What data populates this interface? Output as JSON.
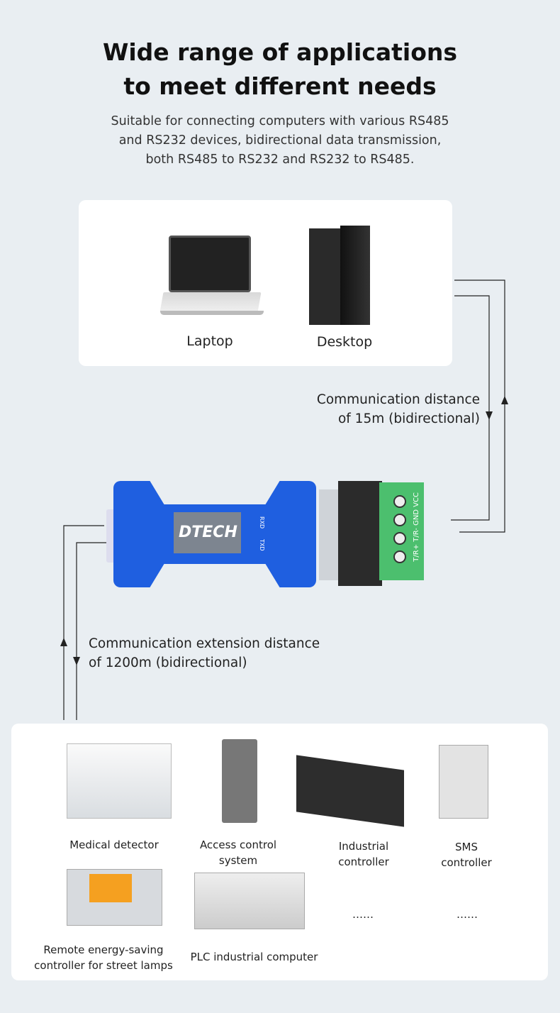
{
  "header": {
    "title_line1": "Wide range of applications",
    "title_line2": "to meet different needs",
    "subtitle": [
      "Suitable for connecting computers with various RS485",
      "and RS232 devices, bidirectional data transmission,",
      "both RS485 to RS232 and RS232 to RS485."
    ]
  },
  "computers": [
    {
      "label": "Laptop",
      "icon": "laptop-icon"
    },
    {
      "label": "Desktop",
      "icon": "desktop-tower-icon"
    }
  ],
  "short_link": {
    "line1": "Communication distance",
    "line2": "of 15m (bidirectional)"
  },
  "adapter": {
    "brand": "DTECH",
    "leds": [
      "RXD",
      "TXD"
    ],
    "terminals": "T/R+ T/R- GND VCC"
  },
  "long_link": {
    "line1": "Communication extension distance",
    "line2": "of 1200m (bidirectional)"
  },
  "devices": [
    {
      "label1": "Medical detector",
      "label2": ""
    },
    {
      "label1": "Access control",
      "label2": "system"
    },
    {
      "label1": "Industrial",
      "label2": "controller"
    },
    {
      "label1": "SMS",
      "label2": "controller"
    },
    {
      "label1": "Remote energy-saving",
      "label2": "controller for street lamps"
    },
    {
      "label1": "PLC industrial computer",
      "label2": ""
    },
    {
      "label1": "……",
      "label2": ""
    },
    {
      "label1": "……",
      "label2": ""
    }
  ],
  "colors": {
    "background": "#e9eef2",
    "adapter_blue": "#1f5fe0",
    "terminal_green": "#4cbf6e"
  }
}
